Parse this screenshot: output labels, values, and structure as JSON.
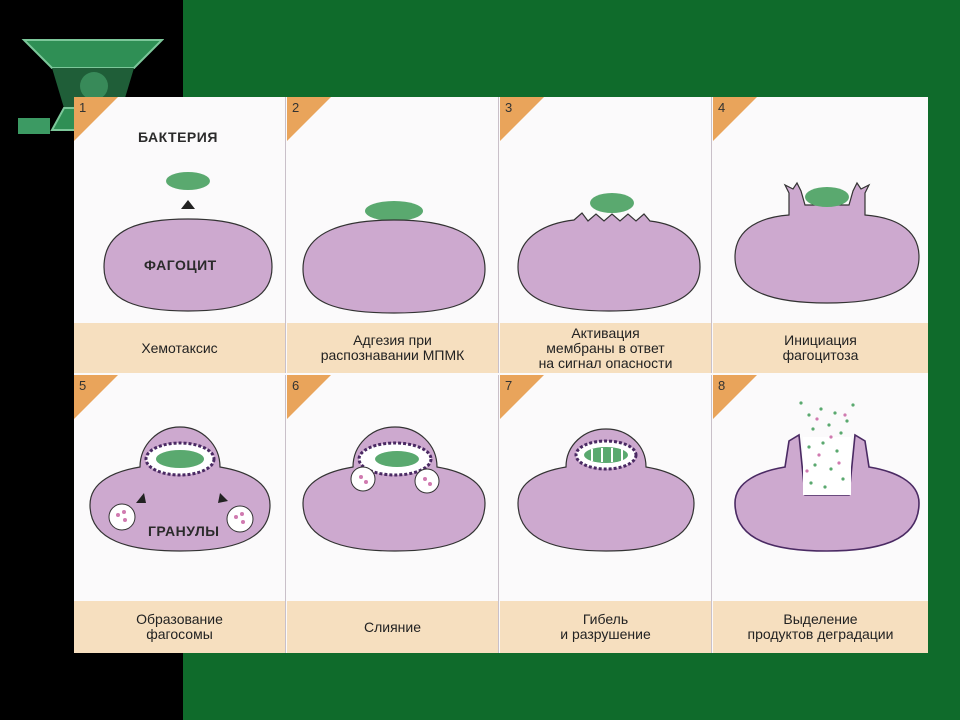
{
  "colors": {
    "slide_bg": "#0f6b2b",
    "left_bar": "#000000",
    "cell_fill": "#cda9cf",
    "bacterium": "#5aa96f",
    "membrane_edge": "#4a2a63",
    "caption_bg": "#f6dfbf",
    "step_tab": "#e9a45b"
  },
  "labels": {
    "bacterium": "БАКТЕРИЯ",
    "phagocyte": "ФАГОЦИТ",
    "granules": "ГРАНУЛЫ"
  },
  "steps": [
    {
      "number": "1",
      "caption": "Хемотаксис"
    },
    {
      "number": "2",
      "caption": "Адгезия при\nраспознавании МПМК"
    },
    {
      "number": "3",
      "caption": "Активация\nмембраны в ответ\nна сигнал опасности"
    },
    {
      "number": "4",
      "caption": "Инициация\nфагоцитоза"
    },
    {
      "number": "5",
      "caption": "Образование\nфагосомы"
    },
    {
      "number": "6",
      "caption": "Слияние"
    },
    {
      "number": "7",
      "caption": "Гибель\nи разрушение"
    },
    {
      "number": "8",
      "caption": "Выделение\nпродуктов деградации"
    }
  ]
}
